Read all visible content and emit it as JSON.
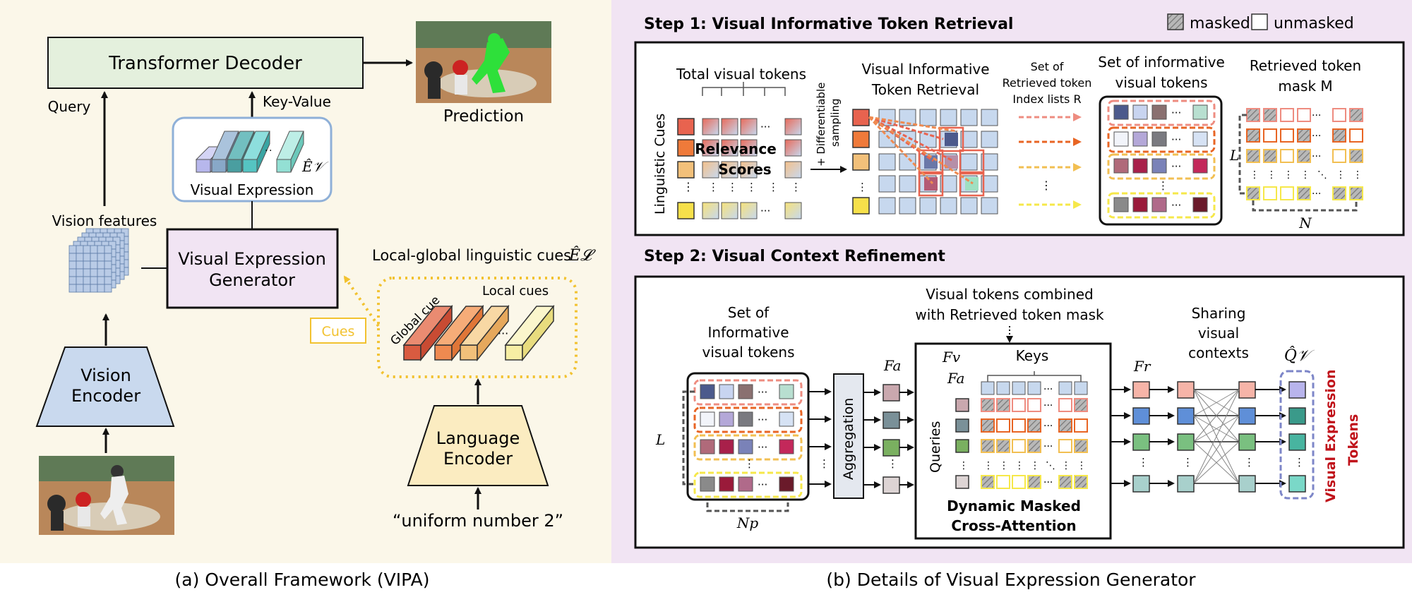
{
  "left_panel": {
    "caption": "(a) Overall Framework (VIPA)",
    "transformer_decoder": "Transformer Decoder",
    "query_label": "Query",
    "key_value_label": "Key-Value",
    "prediction_label": "Prediction",
    "visual_expression_label": "Visual Expression",
    "visual_expression_symbol": "Ê𝒱",
    "vision_features_label": "Vision features",
    "generator_line1": "Visual Expression",
    "generator_line2": "Generator",
    "cues_tag": "Cues",
    "cues_title": "Local-global linguistic cues",
    "cues_symbol": "Ê𝓛",
    "global_cue_label": "Global cue",
    "local_cues_label": "Local cues",
    "vision_encoder_line1": "Vision",
    "vision_encoder_line2": "Encoder",
    "language_encoder_line1": "Language",
    "language_encoder_line2": "Encoder",
    "input_text": "“uniform number 2”"
  },
  "right_panel": {
    "caption": "(b) Details of Visual Expression Generator",
    "legend": {
      "masked": "masked",
      "unmasked": "unmasked"
    },
    "step1": {
      "title": "Step 1: Visual Informative Token Retrieval",
      "linguistic_cues": "Linguistic Cues",
      "total_tokens": "Total visual tokens",
      "relevance_line1": "Relevance",
      "relevance_line2": "Scores",
      "diff_sampling_line1": "+ Differentiable",
      "diff_sampling_line2": "sampling",
      "vitr_line1": "Visual Informative",
      "vitr_line2": "Token Retrieval",
      "set_retrieved_line1": "Set of",
      "set_retrieved_line2": "Retrieved token",
      "set_retrieved_line3": "Index lists R",
      "informative_line1": "Set of informative",
      "informative_line2": "visual tokens",
      "mask_line1": "Retrieved token",
      "mask_line2": "mask M",
      "L": "L",
      "N": "N"
    },
    "step2": {
      "title": "Step 2: Visual Context Refinement",
      "set_line1": "Set of",
      "set_line2": "Informative",
      "set_line3": "visual tokens",
      "L": "L",
      "Np": "Np",
      "aggregation": "Aggregation",
      "Fa": "Fa",
      "combined_line1": "Visual tokens combined",
      "combined_line2": "with Retrieved token mask",
      "Fv": "Fv",
      "keys": "Keys",
      "queries": "Queries",
      "dmca_line1": "Dynamic Masked",
      "dmca_line2": "Cross-Attention",
      "Fr": "Fr",
      "sharing_line1": "Sharing",
      "sharing_line2": "visual",
      "sharing_line3": "contexts",
      "Qv": "Q̂𝒱",
      "vet_line1": "Visual Expression",
      "vet_line2": "Tokens"
    }
  },
  "colors": {
    "left_bg": "#fbf7e9",
    "right_bg": "#f1e4f3",
    "decoder_fill": "#e4f0dd",
    "generator_fill": "#f1e4f3",
    "encoder_fill": "#c9d9ee",
    "lang_encoder_fill": "#fbecc1",
    "cue_yellow": "#f2c230",
    "dark_red": "#c0121a",
    "token_blue": "#c7d8ee"
  }
}
